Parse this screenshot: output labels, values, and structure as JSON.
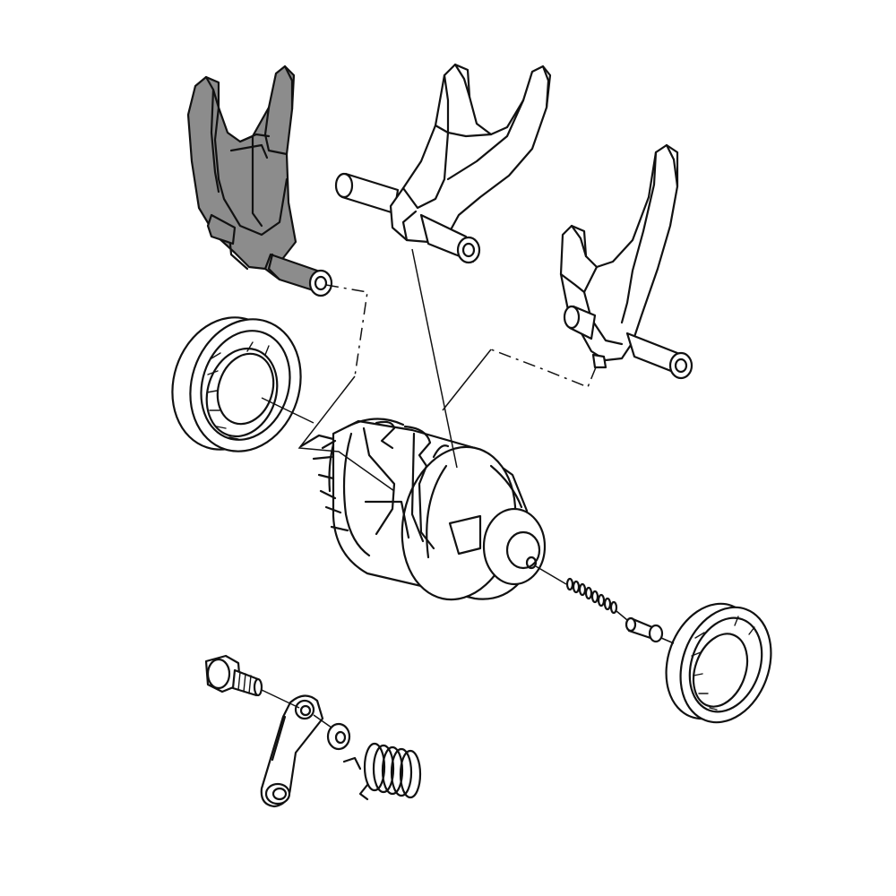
{
  "diagram": {
    "parts": [
      {
        "id": "shift-fork-highlighted",
        "highlighted": true
      },
      {
        "id": "shift-fork-center",
        "highlighted": false
      },
      {
        "id": "shift-fork-right",
        "highlighted": false
      },
      {
        "id": "bearing-left",
        "highlighted": false
      },
      {
        "id": "shift-drum",
        "highlighted": false
      },
      {
        "id": "detent-spring",
        "highlighted": false
      },
      {
        "id": "detent-pin",
        "highlighted": false
      },
      {
        "id": "bearing-right",
        "highlighted": false
      },
      {
        "id": "stopper-bolt",
        "highlighted": false
      },
      {
        "id": "stopper-lever",
        "highlighted": false
      },
      {
        "id": "washer",
        "highlighted": false
      },
      {
        "id": "torsion-spring",
        "highlighted": false
      }
    ],
    "colors": {
      "line": "#111111",
      "background": "#ffffff",
      "highlight": "#8c8c8c"
    }
  }
}
